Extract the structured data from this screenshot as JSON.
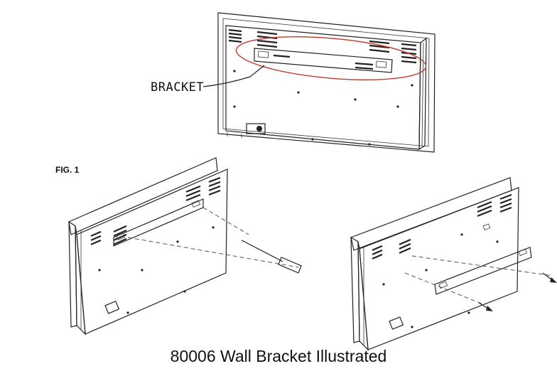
{
  "labels": {
    "bracket": "BRACKET",
    "fig": "FIG. 1"
  },
  "caption": "80006 Wall Bracket Illustrated",
  "colors": {
    "highlight": "#c0392b",
    "ink": "#222222"
  }
}
